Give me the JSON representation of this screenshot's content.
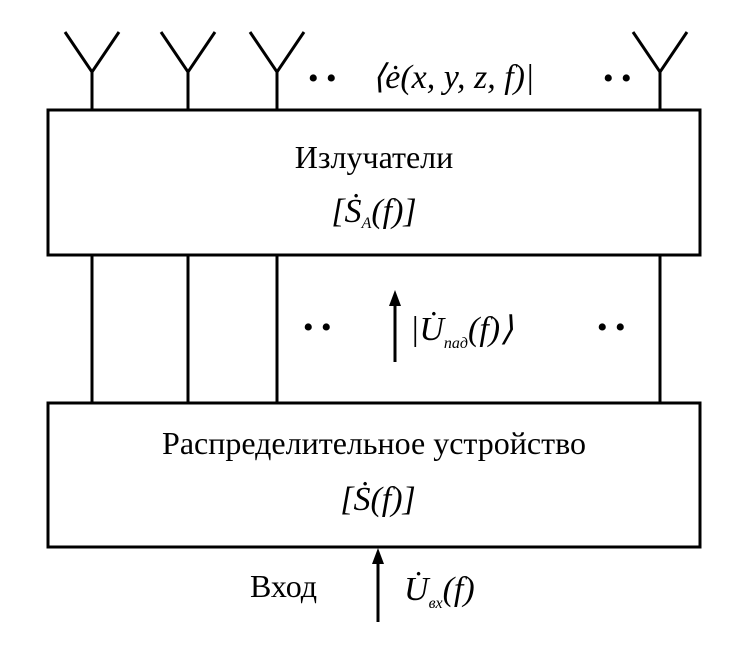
{
  "top_formula": "⟨ė(x, y, z, f)|",
  "emitters_block": {
    "title": "Излучатели",
    "matrix": "[Ṡ",
    "matrix_sub": "A",
    "matrix_tail": "(f)]"
  },
  "middle_formula": {
    "main": "|U̇",
    "sub": "пад",
    "tail": "(f)⟩"
  },
  "distributor_block": {
    "title": "Распределительное устройство",
    "matrix": "[Ṡ(f)]"
  },
  "input": {
    "label": "Вход",
    "main": "U̇",
    "sub": "вх",
    "tail": "(f)"
  },
  "ellipsis": "• •"
}
